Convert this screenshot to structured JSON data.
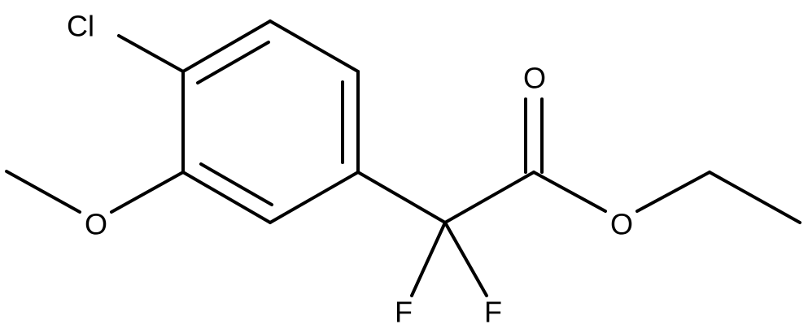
{
  "molecule": {
    "atoms": {
      "chlorine": "Cl",
      "methoxy_oxygen": "O",
      "carbonyl_oxygen": "O",
      "ester_oxygen": "O",
      "fluorine_left": "F",
      "fluorine_right": "F"
    }
  },
  "colors": {
    "bond": "#000000",
    "label": "#000000",
    "background": "#ffffff"
  }
}
